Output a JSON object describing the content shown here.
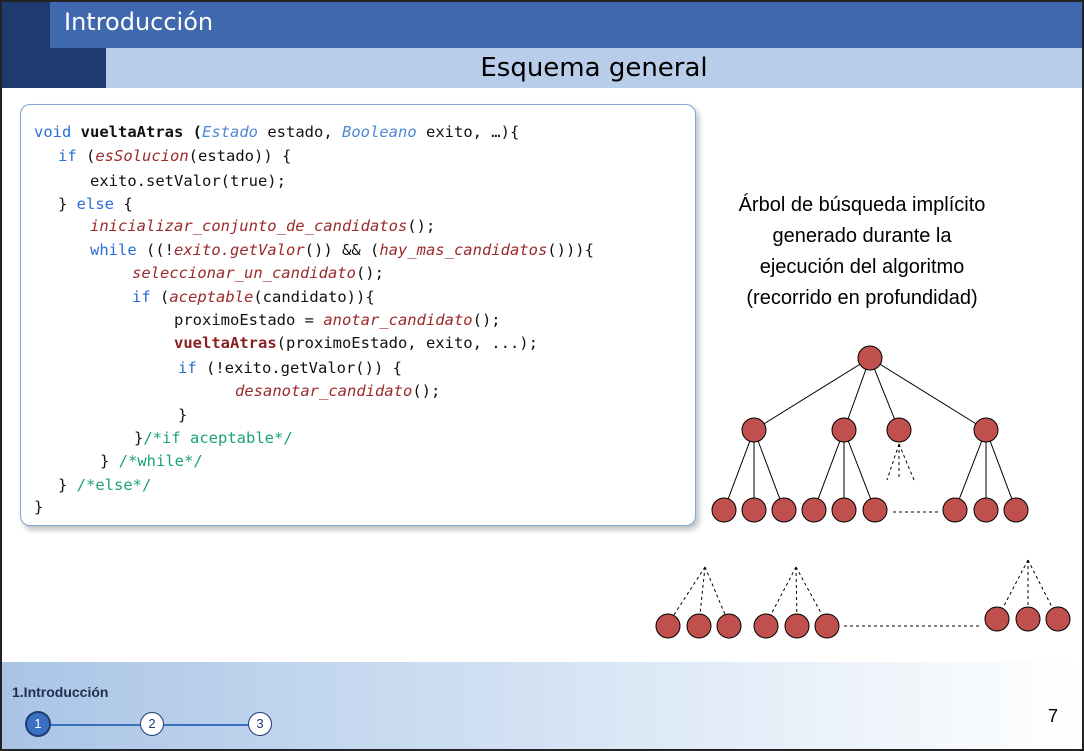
{
  "header": {
    "section_title": "Introducción",
    "slide_title": "Esquema general"
  },
  "code": {
    "l1_kw": "void",
    "l1_fn": "vueltaAtras (",
    "l1_type1": "Estado",
    "l1_mid": " estado, ",
    "l1_type2": "Booleano",
    "l1_end": " exito, …){",
    "l2_kw": "if",
    "l2_open": " (",
    "l2_fn": "esSolucion",
    "l2_end": "(estado)) {",
    "l3": "exito.setValor(true);",
    "l4_brace": "} ",
    "l4_kw": "else",
    "l4_end": " {",
    "l5_fn": "inicializar_conjunto_de_candidatos",
    "l5_end": "();",
    "l6_kw": "while",
    "l6_a": " ((!",
    "l6_fn1": "exito.getValor",
    "l6_b": "()) && (",
    "l6_fn2": "hay_mas_candidatos",
    "l6_c": "())){",
    "l7_fn": "seleccionar_un_candidato",
    "l7_end": "();",
    "l8_kw": "if",
    "l8_a": " (",
    "l8_fn": "aceptable",
    "l8_end": "(candidato)){",
    "l9_a": "proximoEstado = ",
    "l9_fn": "anotar_candidato",
    "l9_end": "();",
    "l10_fn": "vueltaAtras",
    "l10_end": "(proximoEstado, exito, ...);",
    "l11_kw": "if",
    "l11_end": " (!exito.getValor()) {",
    "l12_fn": "desanotar_candidato",
    "l12_end": "();",
    "l13": "}",
    "l14_brace": "}",
    "l14_cm": "/*if aceptable*/",
    "l15_brace": "} ",
    "l15_cm": "/*while*/",
    "l16_brace": "} ",
    "l16_cm": "/*else*/",
    "l17": "}"
  },
  "tree": {
    "caption_lines": [
      "Árbol de búsqueda implícito",
      "generado durante la",
      "ejecución del algoritmo",
      "(recorrido en profundidad)"
    ],
    "node_color": "#c0504d"
  },
  "footer": {
    "section": "1.Introducción",
    "steps": [
      "1",
      "2",
      "3"
    ],
    "active_step": 1,
    "page_number": "7"
  },
  "colors": {
    "header_band": "#3f68ae",
    "header_dark": "#1f3a6e",
    "sub_band": "#b8cdea",
    "keyword": "#2a6fd6",
    "function": "#9b2a2a",
    "comment": "#1aa37a"
  }
}
